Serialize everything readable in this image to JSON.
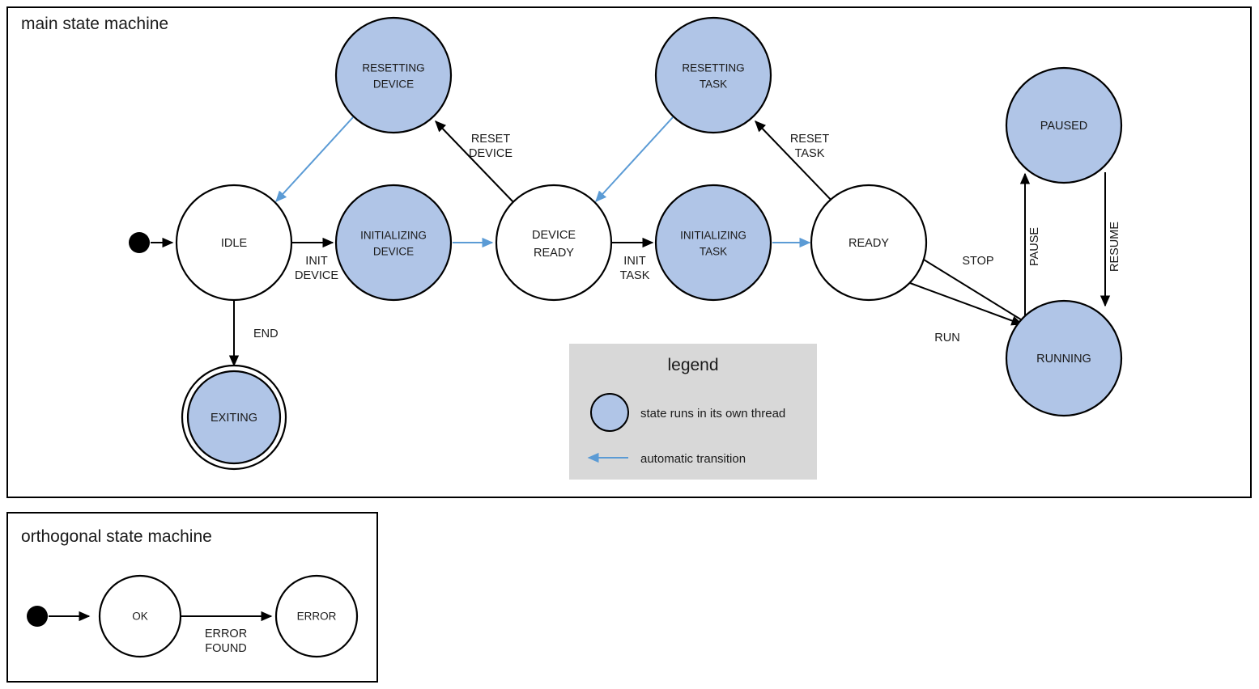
{
  "frames": {
    "main": {
      "title": "main state machine"
    },
    "orthogonal": {
      "title": "orthogonal state machine"
    }
  },
  "legend": {
    "title": "legend",
    "thread_label": "state runs in its own thread",
    "auto_label": "automatic transition",
    "swatch_color": "#b0c5e7",
    "arrow_color": "#5b9bd5",
    "background_color": "#d8d8d8"
  },
  "colors": {
    "thread_state_fill": "#b0c5e7",
    "plain_state_fill": "#ffffff",
    "stroke": "#000000",
    "auto_transition": "#5b9bd5",
    "legend_bg": "#d8d8d8"
  },
  "main_states": [
    {
      "id": "idle",
      "label_lines": [
        "IDLE"
      ],
      "thread": false,
      "final": false
    },
    {
      "id": "initializing-device",
      "label_lines": [
        "INITIALIZING",
        "DEVICE"
      ],
      "thread": true,
      "final": false
    },
    {
      "id": "resetting-device",
      "label_lines": [
        "RESETTING",
        "DEVICE"
      ],
      "thread": true,
      "final": false
    },
    {
      "id": "device-ready",
      "label_lines": [
        "DEVICE",
        "READY"
      ],
      "thread": false,
      "final": false
    },
    {
      "id": "initializing-task",
      "label_lines": [
        "INITIALIZING",
        "TASK"
      ],
      "thread": true,
      "final": false
    },
    {
      "id": "resetting-task",
      "label_lines": [
        "RESETTING",
        "TASK"
      ],
      "thread": true,
      "final": false
    },
    {
      "id": "ready",
      "label_lines": [
        "READY"
      ],
      "thread": false,
      "final": false
    },
    {
      "id": "running",
      "label_lines": [
        "RUNNING"
      ],
      "thread": true,
      "final": false
    },
    {
      "id": "paused",
      "label_lines": [
        "PAUSED"
      ],
      "thread": true,
      "final": false
    },
    {
      "id": "exiting",
      "label_lines": [
        "EXITING"
      ],
      "thread": true,
      "final": true
    }
  ],
  "main_transitions": [
    {
      "from": "initial",
      "to": "idle",
      "label_lines": [],
      "auto": false
    },
    {
      "from": "idle",
      "to": "initializing-device",
      "label_lines": [
        "INIT",
        "DEVICE"
      ],
      "auto": false
    },
    {
      "from": "initializing-device",
      "to": "device-ready",
      "label_lines": [],
      "auto": true
    },
    {
      "from": "device-ready",
      "to": "resetting-device",
      "label_lines": [
        "RESET",
        "DEVICE"
      ],
      "auto": false
    },
    {
      "from": "resetting-device",
      "to": "idle",
      "label_lines": [],
      "auto": true
    },
    {
      "from": "device-ready",
      "to": "initializing-task",
      "label_lines": [
        "INIT",
        "TASK"
      ],
      "auto": false
    },
    {
      "from": "initializing-task",
      "to": "ready",
      "label_lines": [],
      "auto": true
    },
    {
      "from": "ready",
      "to": "resetting-task",
      "label_lines": [
        "RESET",
        "TASK"
      ],
      "auto": false
    },
    {
      "from": "resetting-task",
      "to": "device-ready",
      "label_lines": [],
      "auto": true
    },
    {
      "from": "ready",
      "to": "running",
      "label_lines": [
        "RUN"
      ],
      "auto": false
    },
    {
      "from": "running",
      "to": "ready",
      "label_lines": [
        "STOP"
      ],
      "auto": false
    },
    {
      "from": "running",
      "to": "paused",
      "label_lines": [
        "PAUSE"
      ],
      "auto": false
    },
    {
      "from": "paused",
      "to": "running",
      "label_lines": [
        "RESUME"
      ],
      "auto": false
    },
    {
      "from": "idle",
      "to": "exiting",
      "label_lines": [
        "END"
      ],
      "auto": false
    }
  ],
  "orthogonal_states": [
    {
      "id": "ok",
      "label_lines": [
        "OK"
      ]
    },
    {
      "id": "error",
      "label_lines": [
        "ERROR"
      ]
    }
  ],
  "orthogonal_transitions": [
    {
      "from": "initial",
      "to": "ok",
      "label_lines": []
    },
    {
      "from": "ok",
      "to": "error",
      "label_lines": [
        "ERROR",
        "FOUND"
      ]
    }
  ],
  "edge_labels": {
    "init_device": [
      "INIT",
      "DEVICE"
    ],
    "reset_device": [
      "RESET",
      "DEVICE"
    ],
    "init_task": [
      "INIT",
      "TASK"
    ],
    "reset_task": [
      "RESET",
      "TASK"
    ],
    "run": "RUN",
    "stop": "STOP",
    "pause": "PAUSE",
    "resume": "RESUME",
    "end": "END",
    "error_found": [
      "ERROR",
      "FOUND"
    ]
  },
  "state_labels": {
    "idle": "IDLE",
    "initializing_device_1": "INITIALIZING",
    "initializing_device_2": "DEVICE",
    "resetting_device_1": "RESETTING",
    "resetting_device_2": "DEVICE",
    "device_ready_1": "DEVICE",
    "device_ready_2": "READY",
    "initializing_task_1": "INITIALIZING",
    "initializing_task_2": "TASK",
    "resetting_task_1": "RESETTING",
    "resetting_task_2": "TASK",
    "ready": "READY",
    "running": "RUNNING",
    "paused": "PAUSED",
    "exiting": "EXITING",
    "ok": "OK",
    "error": "ERROR"
  }
}
